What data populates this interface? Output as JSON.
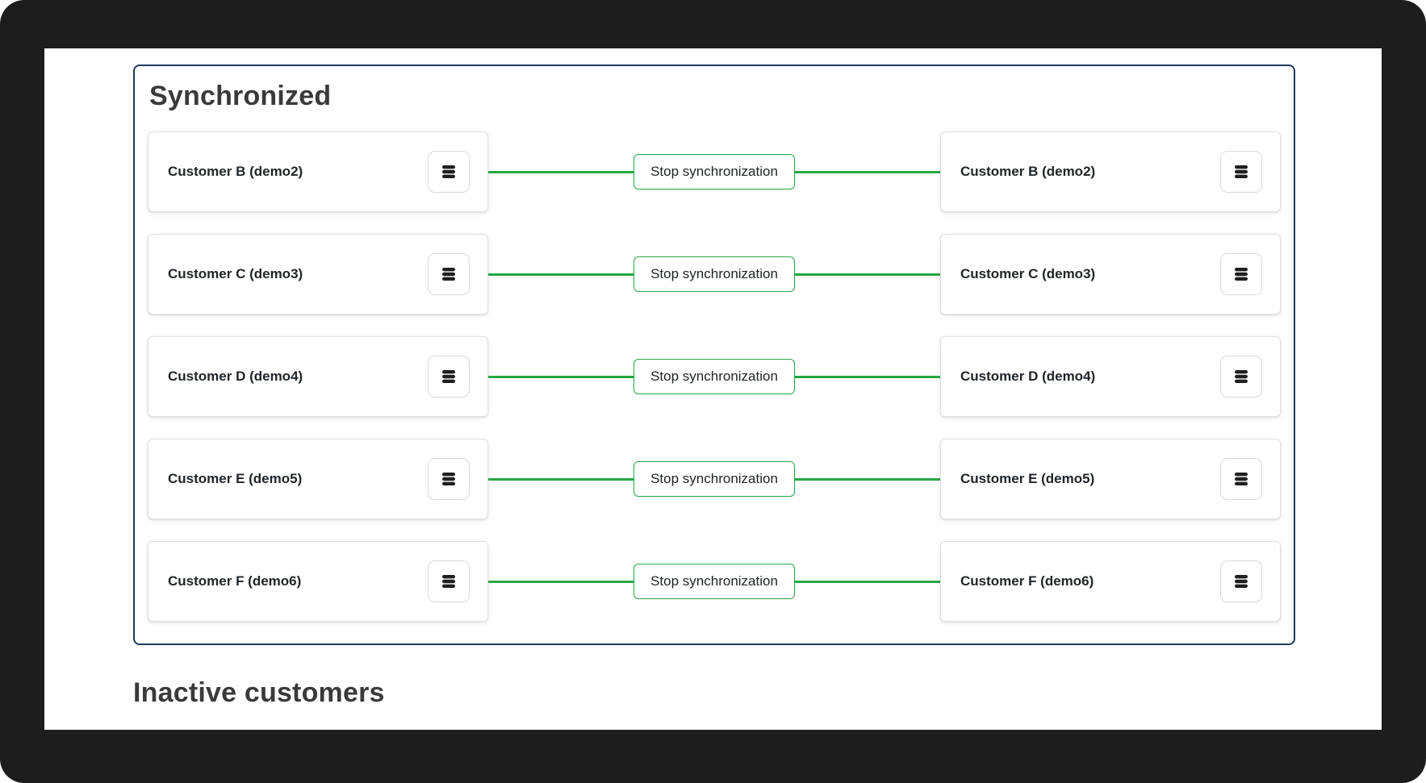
{
  "panel": {
    "title": "Synchronized"
  },
  "inactive": {
    "title": "Inactive customers"
  },
  "rows": [
    {
      "left_label": "Customer B (demo2)",
      "action_label": "Stop synchronization",
      "right_label": "Customer B (demo2)"
    },
    {
      "left_label": "Customer C (demo3)",
      "action_label": "Stop synchronization",
      "right_label": "Customer C (demo3)"
    },
    {
      "left_label": "Customer D (demo4)",
      "action_label": "Stop synchronization",
      "right_label": "Customer D (demo4)"
    },
    {
      "left_label": "Customer E (demo5)",
      "action_label": "Stop synchronization",
      "right_label": "Customer E (demo5)"
    },
    {
      "left_label": "Customer F (demo6)",
      "action_label": "Stop synchronization",
      "right_label": "Customer F (demo6)"
    }
  ],
  "icons": {
    "database": "database-stack-icon"
  },
  "colors": {
    "green": "#28a745",
    "panel_border": "#1f3a5f"
  }
}
